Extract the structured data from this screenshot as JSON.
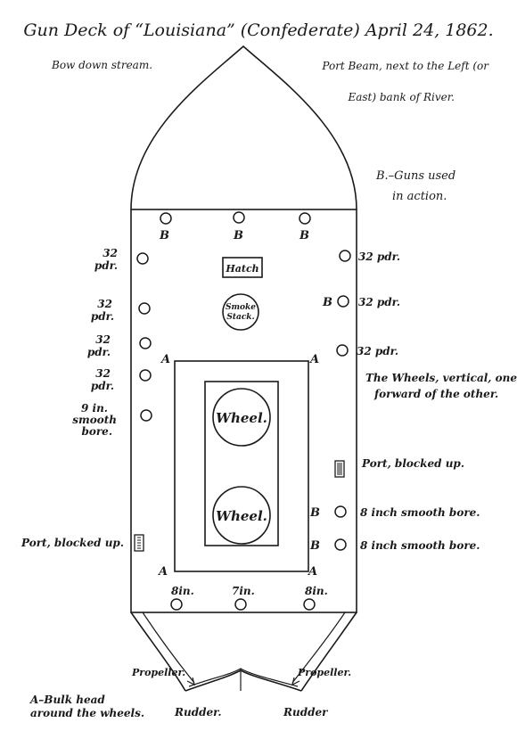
{
  "title": "Gun Deck of “Louisiana” (Confederate) April 24, 1862.",
  "notes": {
    "bow": "Bow down stream.",
    "port_beam_1": "Port Beam, next to the Left (or",
    "port_beam_2": "East) bank of River.",
    "guns_used_1": "B.–Guns used",
    "guns_used_2": "in action.",
    "wheels_1": "The Wheels, vertical, one",
    "wheels_2": "forward of the other.",
    "bulkhead_1": "A–Bulk head",
    "bulkhead_2": "around the wheels."
  },
  "labels": {
    "hatch": "Hatch",
    "smoke_1": "Smoke",
    "smoke_2": "Stack.",
    "wheel": "Wheel.",
    "a": "A",
    "b": "B",
    "propeller": "Propeller.",
    "rudder_left": "Rudder.",
    "rudder_right": "Rudder",
    "port_blocked_right": "Port, blocked up.",
    "port_blocked_left": "Port, blocked up."
  },
  "guns_left": {
    "g32_1a": "32",
    "g32_1b": "pdr.",
    "g32_2a": "32",
    "g32_2b": "pdr.",
    "g32_3a": "32",
    "g32_3b": "pdr.",
    "g32_4a": "32",
    "g32_4b": "pdr.",
    "g9_a": "9 in.",
    "g9_b": "smooth",
    "g9_c": "bore."
  },
  "guns_right": {
    "g32_1": "32 pdr.",
    "g32_2": "32 pdr.",
    "g32_3": "32 pdr.",
    "g8_1": "8 inch smooth bore.",
    "g8_2": "8 inch smooth bore."
  },
  "stern_guns": {
    "g8_left": "8in.",
    "g7": "7in.",
    "g8_right": "8in."
  }
}
